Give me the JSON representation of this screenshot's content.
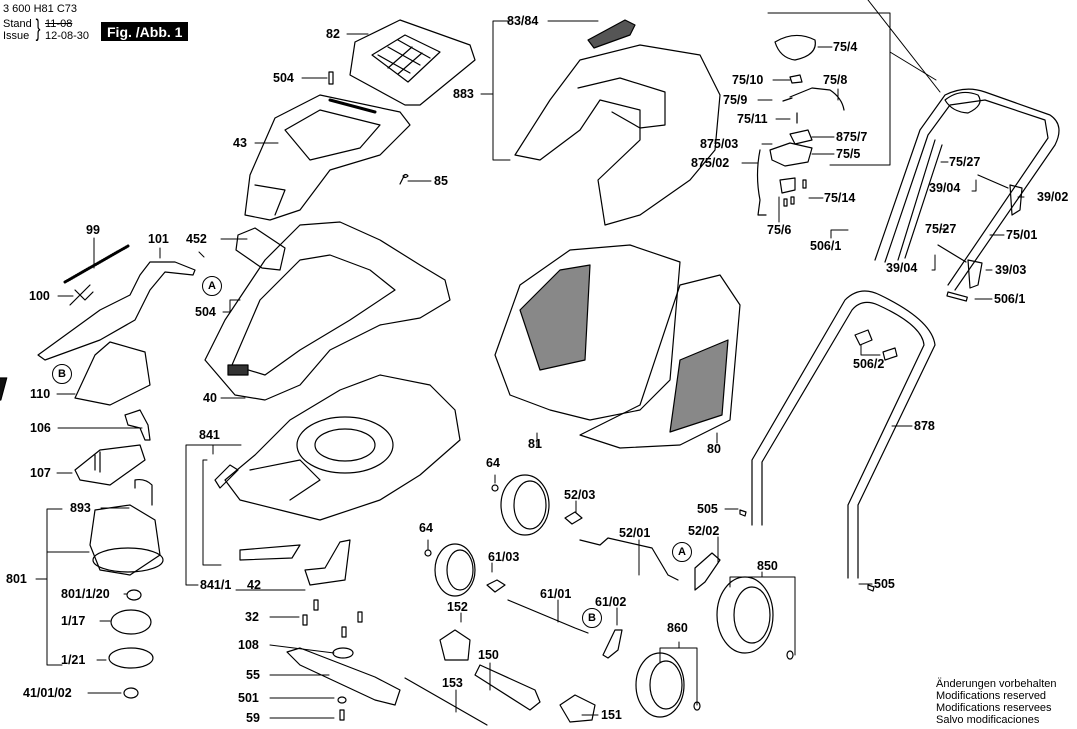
{
  "header": {
    "document_number": "3 600 H81 C73",
    "stand_label": "Stand",
    "issue_label": "Issue",
    "stand_old_date": "11-08",
    "issue_date": "12-08-30",
    "figure_label": "Fig. /Abb. 1"
  },
  "reference_markers": [
    "A",
    "B"
  ],
  "part_labels": {
    "p82": "82",
    "p504a": "504",
    "p43": "43",
    "p85": "85",
    "p83_84": "83/84",
    "p883": "883",
    "p75_4": "75/4",
    "p75_10": "75/10",
    "p75_8": "75/8",
    "p75_9": "75/9",
    "p75_11": "75/11",
    "p875_03": "875/03",
    "p875_7": "875/7",
    "p875_02": "875/02",
    "p75_5": "75/5",
    "p75_14": "75/14",
    "p75_6": "75/6",
    "p506_1a": "506/1",
    "p75_27a": "75/27",
    "p39_04a": "39/04",
    "p39_02": "39/02",
    "p75_27b": "75/27",
    "p75_01": "75/01",
    "p39_04b": "39/04",
    "p39_03": "39/03",
    "p506_1b": "506/1",
    "p99": "99",
    "p101": "101",
    "p452": "452",
    "p100": "100",
    "p504b": "504",
    "p110": "110",
    "p40": "40",
    "p506_2": "506/2",
    "p106": "106",
    "p107": "107",
    "p841": "841",
    "p81": "81",
    "p80": "80",
    "p878": "878",
    "p893": "893",
    "p64a": "64",
    "p52_03": "52/03",
    "p505a": "505",
    "p801": "801",
    "p64b": "64",
    "p52_01": "52/01",
    "p52_02": "52/02",
    "p61_03": "61/03",
    "p850": "850",
    "p801_1_20": "801/1/20",
    "p841_1": "841/1",
    "p42": "42",
    "p61_01": "61/01",
    "p505b": "505",
    "p1_17": "1/17",
    "p32": "32",
    "p152": "152",
    "p61_02": "61/02",
    "p860": "860",
    "p108": "108",
    "p1_21": "1/21",
    "p150": "150",
    "p55": "55",
    "p41_01_02": "41/01/02",
    "p153": "153",
    "p501": "501",
    "p151": "151",
    "p59": "59"
  },
  "notes": [
    "Änderungen vorbehalten",
    "Modifications reserved",
    "Modifications reservees",
    "Salvo modificaciones"
  ]
}
